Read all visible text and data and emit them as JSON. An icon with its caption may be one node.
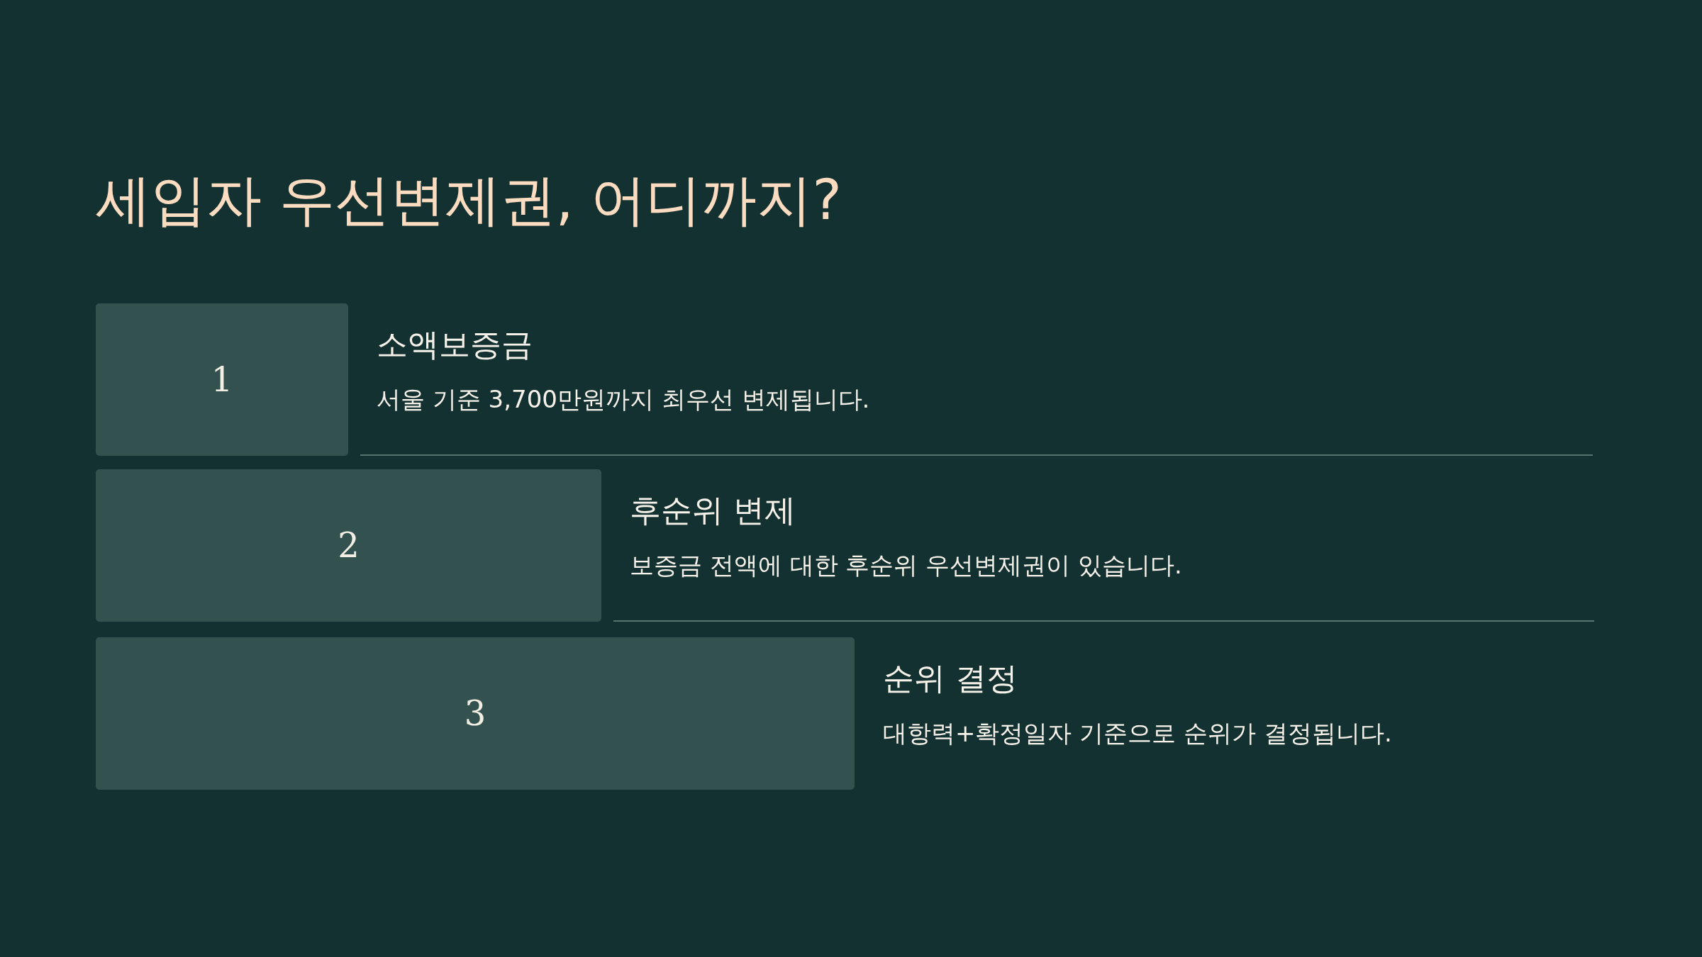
{
  "diagram": {
    "title": "세입자 우선변제권, 어디까지?",
    "nodes": [
      {
        "text": [
          "1"
        ],
        "beside": [
          "소액보증금",
          "서울 기준 3,700만원까지 최우선 변제됩니다."
        ]
      },
      {
        "text": [
          "2"
        ],
        "beside": [
          "후순위 변제",
          "보증금 전액에 대한 후순위 우선변제권이 있습니다."
        ]
      },
      {
        "text": [
          "3"
        ],
        "beside": [
          "순위 결정",
          "대항력+확정일자 기준으로 순위가 결정됩니다."
        ]
      }
    ]
  }
}
